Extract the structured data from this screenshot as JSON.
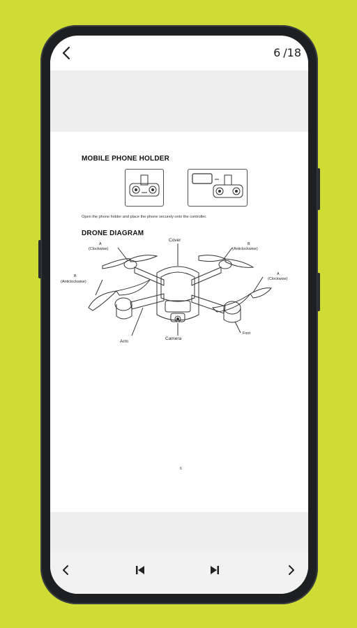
{
  "header": {
    "current_page": "6",
    "total_pages": "/18"
  },
  "document": {
    "phone_holder": {
      "title": "MOBILE PHONE HOLDER",
      "caption": "Open the phone holder and place the phone securely onto the controller."
    },
    "drone_diagram": {
      "title": "DRONE DIAGRAM",
      "labels": {
        "cover": "Cover",
        "a_letter": "A",
        "a_dir": "(Clockwise)",
        "b_letter": "B",
        "b_dir": "(Anticlockwise)",
        "c_letter": "B",
        "c_dir": "(Anticlockwise)",
        "d_letter": "A",
        "d_dir": "(Clockwise)",
        "arm": "Arm",
        "camera": "Camera",
        "foot": "Foot"
      }
    },
    "page_number": "6"
  },
  "icons": {
    "back": "chevron-left-icon",
    "prev": "chevron-left-icon",
    "first": "skip-previous-icon",
    "last": "skip-next-icon",
    "next": "chevron-right-icon"
  }
}
